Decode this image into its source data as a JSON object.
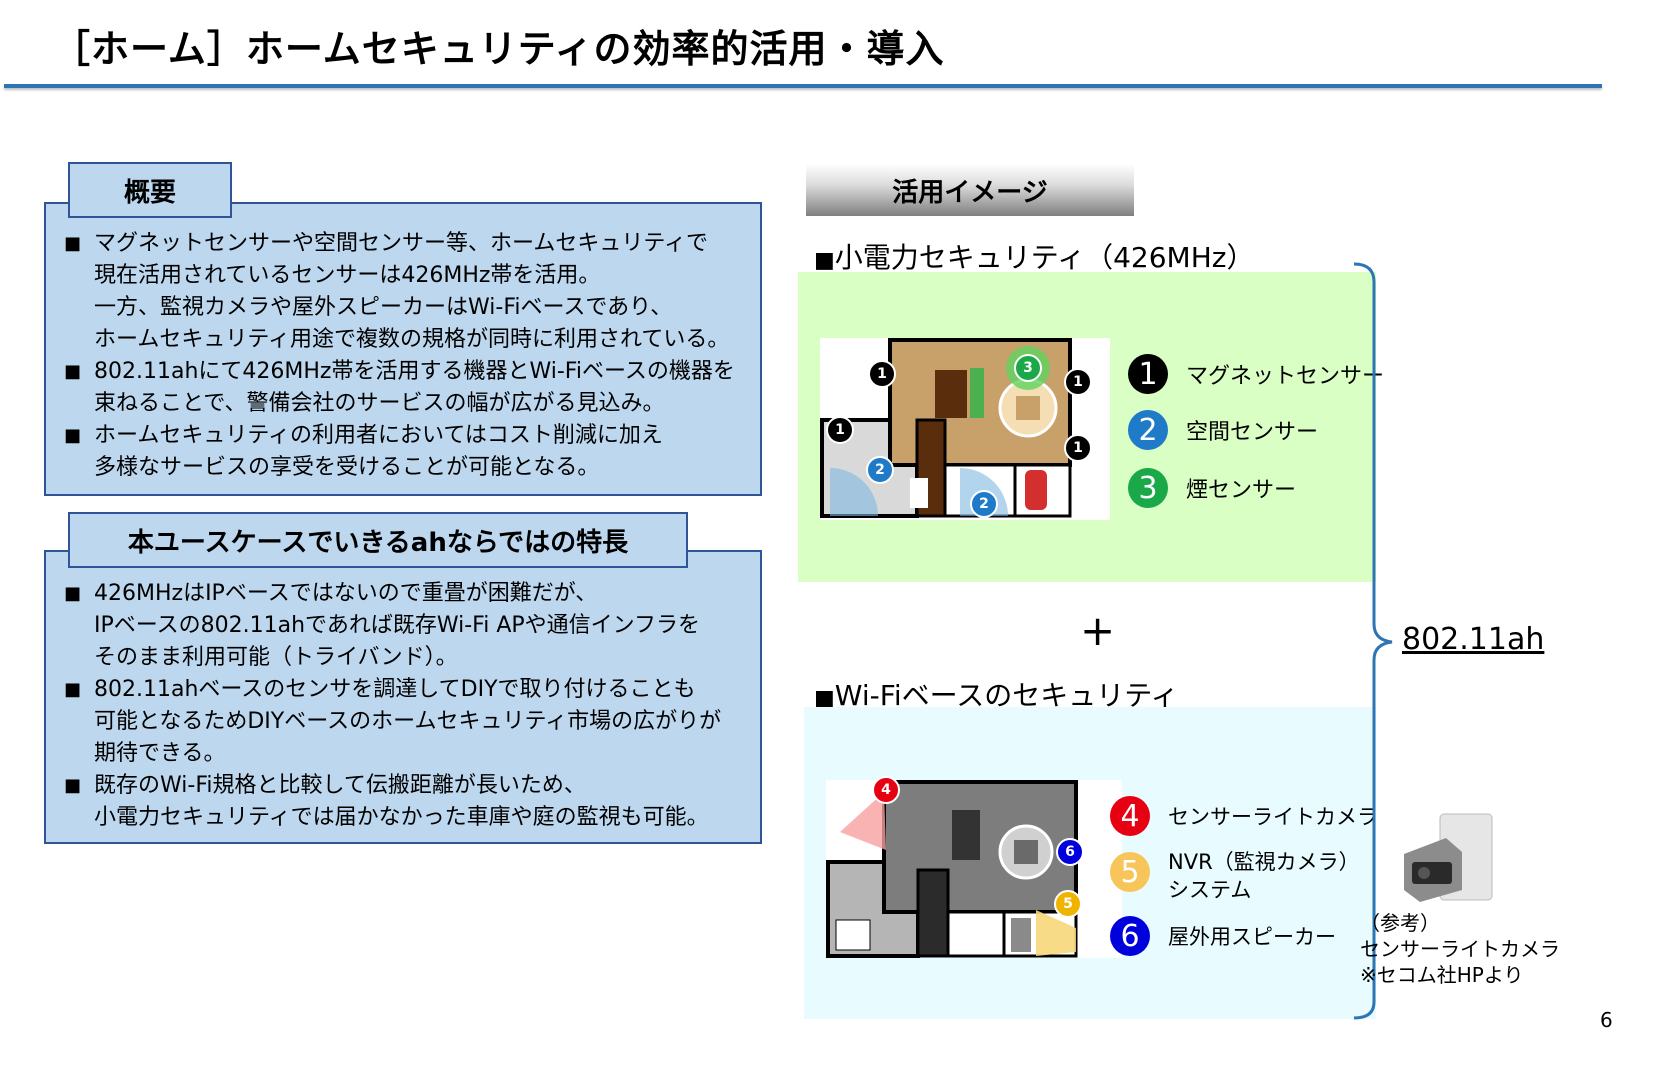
{
  "header": {
    "title": "［ホーム］ホームセキュリティの効率的活用・導入"
  },
  "overview": {
    "tab_label": "概要",
    "bullets": [
      {
        "lines": [
          "マグネットセンサーや空間センサー等、ホームセキュリティで",
          "現在活用されているセンサーは426MHz帯を活用。",
          "一方、監視カメラや屋外スピーカーはWi-Fiベースであり、",
          "ホームセキュリティ用途で複数の規格が同時に利用されている。"
        ]
      },
      {
        "lines": [
          "802.11ahにて426MHz帯を活用する機器とWi-Fiベースの機器を",
          "束ねることで、警備会社のサービスの幅が広がる見込み。"
        ]
      },
      {
        "lines": [
          "ホームセキュリティの利用者においてはコスト削減に加え",
          "多様なサービスの享受を受けることが可能となる。"
        ]
      }
    ]
  },
  "features": {
    "tab_label": "本ユースケースでいきるahならではの特長",
    "bullets": [
      {
        "lines": [
          "426MHzはIPベースではないので重畳が困難だが、",
          "IPベースの802.11ahであれば既存Wi-Fi APや通信インフラを",
          "そのまま利用可能（トライバンド）。"
        ]
      },
      {
        "lines": [
          "802.11ahベースのセンサを調達してDIYで取り付けることも",
          "可能となるためDIYベースのホームセキュリティ市場の広がりが",
          "期待できる。"
        ]
      },
      {
        "lines": [
          "既存のWi-Fi規格と比較して伝搬距離が長いため、",
          "小電力セキュリティでは届かなかった車庫や庭の監視も可能。"
        ]
      }
    ]
  },
  "image_section": {
    "tab_label": "活用イメージ",
    "bullet_mark": "■",
    "low_power_label": "小電力セキュリティ（426MHz）",
    "plus": "+",
    "wifi_label": "Wi-Fiベースのセキュリティ",
    "bracket_label": "802.11ah",
    "low_power_legend": [
      {
        "num": "1",
        "label": "マグネットセンサー",
        "color": "#000000"
      },
      {
        "num": "2",
        "label": "空間センサー",
        "color": "#1f7ac7"
      },
      {
        "num": "3",
        "label": "煙センサー",
        "color": "#1aa848"
      }
    ],
    "wifi_legend": [
      {
        "num": "4",
        "label": "センサーライトカメラ",
        "color": "#e60012"
      },
      {
        "num": "5",
        "label": "NVR（監視カメラ）",
        "label2": "システム",
        "color": "#f7c55a"
      },
      {
        "num": "6",
        "label": "屋外用スピーカー",
        "color": "#0000dd"
      }
    ],
    "reference": {
      "line1": "（参考）",
      "line2": "センサーライトカメラ",
      "line3": "※セコム社HPより"
    }
  },
  "page_number": "6"
}
